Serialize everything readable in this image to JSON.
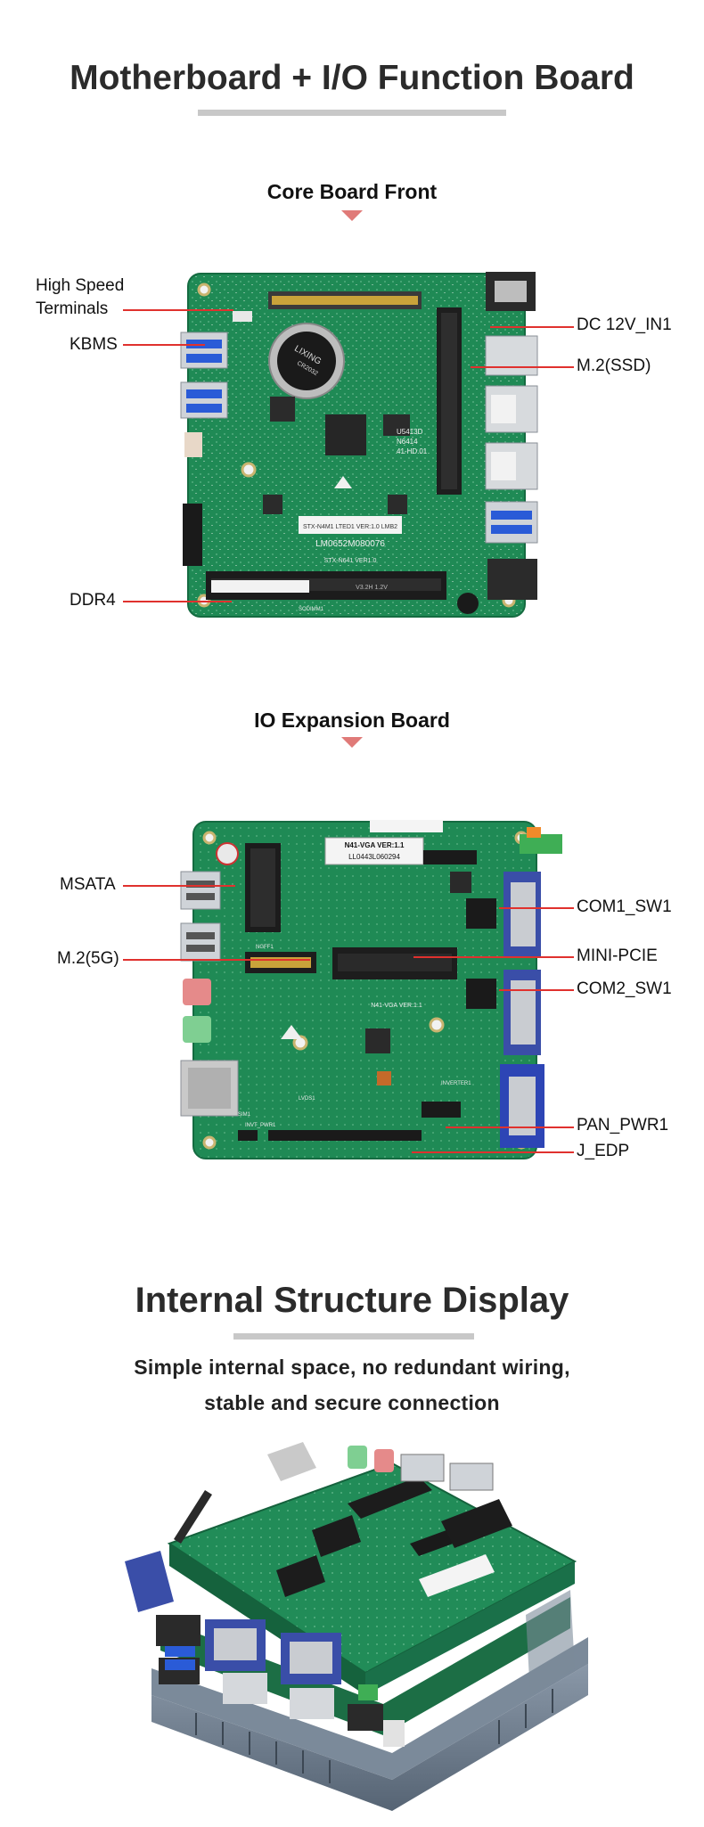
{
  "section1": {
    "title": "Motherboard + I/O Function Board",
    "core_front": {
      "heading": "Core Board Front",
      "labels_left": {
        "high_speed": "High Speed\nTerminals",
        "kbms": "KBMS",
        "ddr4": "DDR4"
      },
      "labels_right": {
        "dc_in": "DC 12V_IN1",
        "m2_ssd": "M.2(SSD)"
      },
      "board_text": {
        "rtc_brand": "LIXING",
        "rtc_model": "CR2032",
        "sticker1": "STX-N4M1 LTED1 VER:1.0 LMB2",
        "sticker2": "LM0652M080076",
        "silk1": "STX-N641 VER1.0",
        "silk2": "U5413D\nN6414\n41-HD.01",
        "ddr_label": "SODIMM1",
        "slot_text": "V3.2H 1.2V"
      }
    },
    "io_board": {
      "heading": "IO Expansion Board",
      "labels_left": {
        "msata": "MSATA",
        "m2_5g": "M.2(5G)"
      },
      "labels_right": {
        "com1": "COM1_SW1",
        "mini_pcie": "MINI-PCIE",
        "com2": "COM2_SW1",
        "pan_pwr": "PAN_PWR1",
        "j_edp": "J_EDP"
      },
      "board_text": {
        "sticker_top": "N41-VGA VER:1.1",
        "sticker_line1": "N41-VGA VER:1.1",
        "sticker_line2": "LL0443L060294",
        "silk_mid": "N41-VGA VER:1.1",
        "silk_lvds": "LVDS1",
        "silk_inv": "INVERTER1",
        "silk_ngff": "NGFF1",
        "silk_sim": "SIM1",
        "silk_inv2": "INVT_PWR1"
      }
    }
  },
  "section2": {
    "title": "Internal Structure Display",
    "tagline_1": "Simple internal space, no redundant wiring,",
    "tagline_2": "stable and secure connection"
  },
  "colors": {
    "pcb_green": "#1f8a55",
    "pcb_dark": "#15623d",
    "accent_red": "#e0312e",
    "triangle": "#e07a78",
    "divider": "#c8c8c8"
  }
}
